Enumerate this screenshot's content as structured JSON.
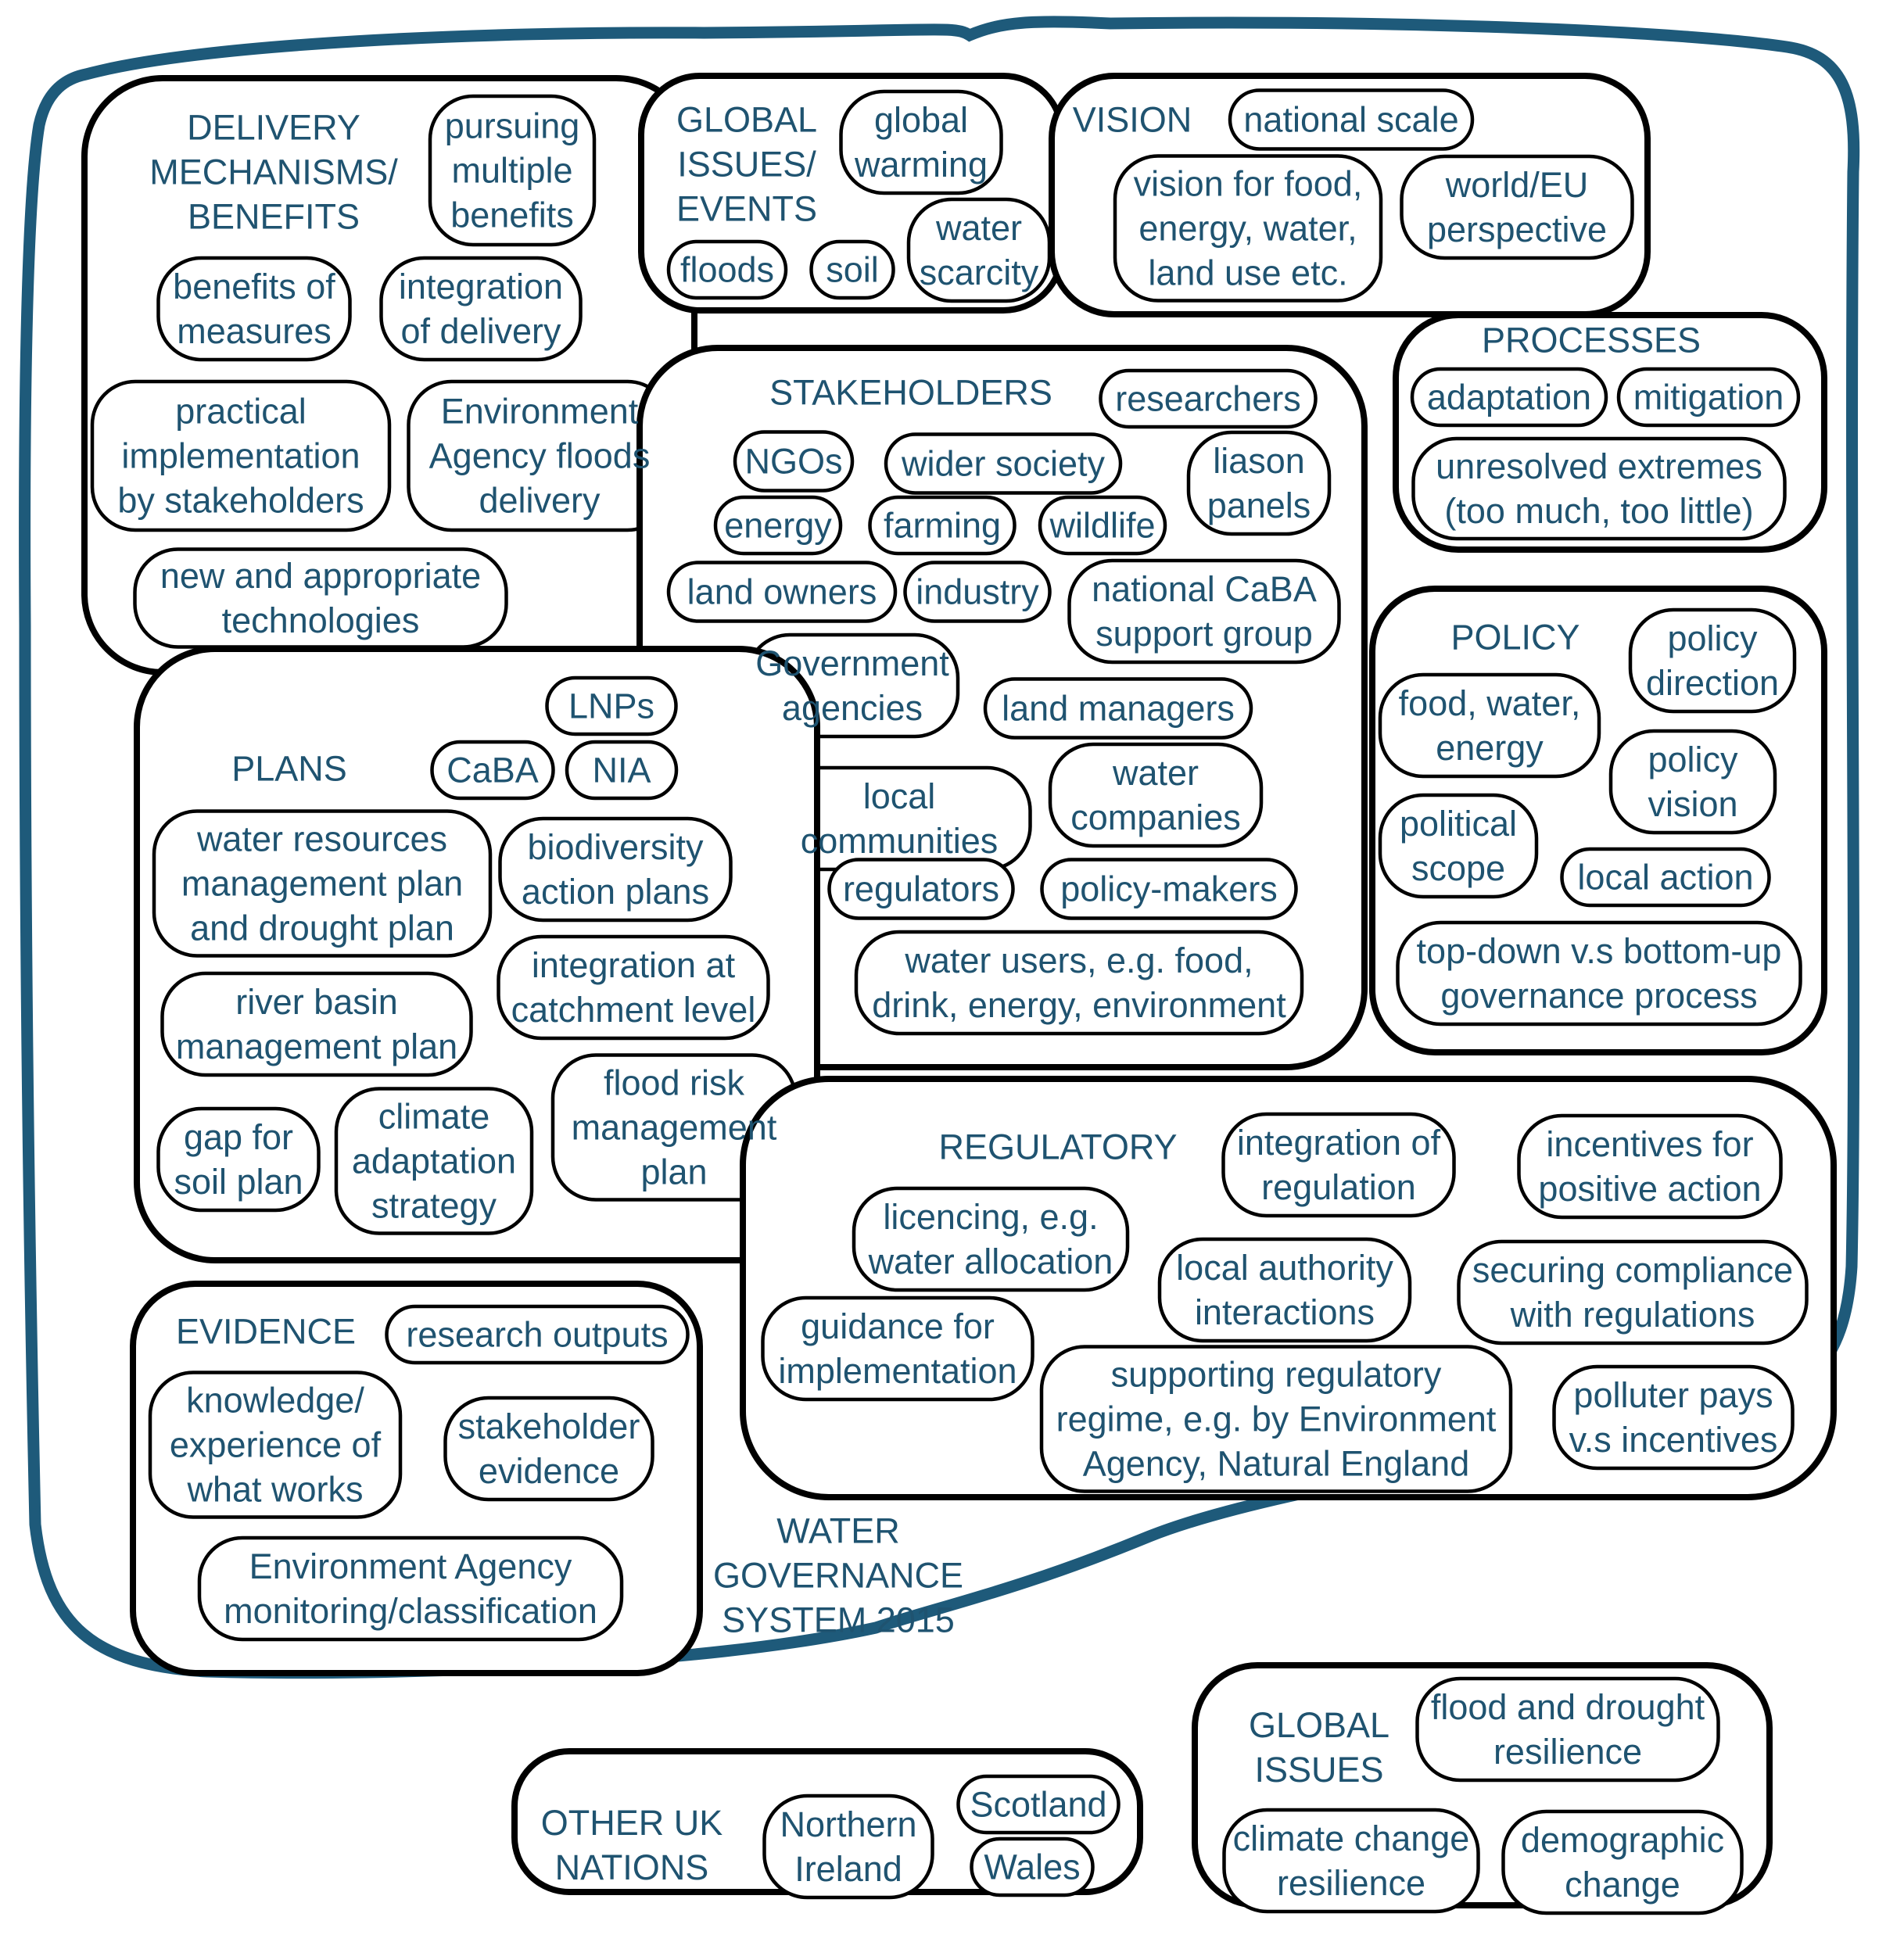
{
  "system_title": [
    "WATER",
    "GOVERNANCE",
    "SYSTEM 2015"
  ],
  "groups": [
    {
      "id": "delivery",
      "title": [
        "DELIVERY",
        "MECHANISMS/",
        "BENEFITS"
      ],
      "items": [
        [
          "pursuing",
          "multiple",
          "benefits"
        ],
        [
          "benefits of",
          "measures"
        ],
        [
          "integration",
          "of delivery"
        ],
        [
          "practical",
          "implementation",
          "by stakeholders"
        ],
        [
          "Environment",
          "Agency floods",
          "delivery"
        ],
        [
          "new and appropriate",
          "technologies"
        ]
      ]
    },
    {
      "id": "global-events",
      "title": [
        "GLOBAL",
        "ISSUES/",
        "EVENTS"
      ],
      "items": [
        [
          "global",
          "warming"
        ],
        [
          "floods"
        ],
        [
          "soil"
        ],
        [
          "water",
          "scarcity"
        ]
      ]
    },
    {
      "id": "vision",
      "title": [
        "VISION"
      ],
      "items": [
        [
          "national scale"
        ],
        [
          "vision for food,",
          "energy, water,",
          "land use etc."
        ],
        [
          "world/EU",
          "perspective"
        ]
      ]
    },
    {
      "id": "processes",
      "title": [
        "PROCESSES"
      ],
      "items": [
        [
          "adaptation"
        ],
        [
          "mitigation"
        ],
        [
          "unresolved extremes",
          "(too much, too little)"
        ]
      ]
    },
    {
      "id": "stakeholders",
      "title": [
        "STAKEHOLDERS"
      ],
      "items": [
        [
          "researchers"
        ],
        [
          "NGOs"
        ],
        [
          "wider society"
        ],
        [
          "liason",
          "panels"
        ],
        [
          "energy"
        ],
        [
          "farming"
        ],
        [
          "wildlife"
        ],
        [
          "land owners"
        ],
        [
          "industry"
        ],
        [
          "national CaBA",
          "support group"
        ],
        [
          "Government",
          "agencies"
        ],
        [
          "land managers"
        ],
        [
          "local",
          "communities"
        ],
        [
          "water",
          "companies"
        ],
        [
          "regulators"
        ],
        [
          "policy-makers"
        ],
        [
          "water users, e.g. food,",
          "drink, energy, environment"
        ]
      ]
    },
    {
      "id": "policy",
      "title": [
        "POLICY"
      ],
      "items": [
        [
          "policy",
          "direction"
        ],
        [
          "food, water,",
          "energy"
        ],
        [
          "policy",
          "vision"
        ],
        [
          "political",
          "scope"
        ],
        [
          "local action"
        ],
        [
          "top-down v.s bottom-up",
          "governance process"
        ]
      ]
    },
    {
      "id": "plans",
      "title": [
        "PLANS"
      ],
      "items": [
        [
          "LNPs"
        ],
        [
          "CaBA"
        ],
        [
          "NIA"
        ],
        [
          "water resources",
          "management plan",
          "and drought plan"
        ],
        [
          "biodiversity",
          "action plans"
        ],
        [
          "integration at",
          "catchment level"
        ],
        [
          "river basin",
          "management plan"
        ],
        [
          "gap for",
          "soil plan"
        ],
        [
          "climate",
          "adaptation",
          "strategy"
        ],
        [
          "flood risk",
          "management",
          "plan"
        ]
      ]
    },
    {
      "id": "regulatory",
      "title": [
        "REGULATORY"
      ],
      "items": [
        [
          "integration of",
          "regulation"
        ],
        [
          "incentives for",
          "positive action"
        ],
        [
          "licencing, e.g.",
          "water allocation"
        ],
        [
          "local authority",
          "interactions"
        ],
        [
          "securing compliance",
          "with regulations"
        ],
        [
          "guidance for",
          "implementation"
        ],
        [
          "supporting regulatory",
          "regime, e.g. by Environment",
          "Agency, Natural England"
        ],
        [
          "polluter pays",
          "v.s incentives"
        ]
      ]
    },
    {
      "id": "evidence",
      "title": [
        "EVIDENCE"
      ],
      "items": [
        [
          "research outputs"
        ],
        [
          "knowledge/",
          "experience of",
          "what works"
        ],
        [
          "stakeholder",
          "evidence"
        ],
        [
          "Environment Agency",
          "monitoring/classification"
        ]
      ]
    },
    {
      "id": "other-uk",
      "title": [
        "OTHER UK",
        "NATIONS"
      ],
      "items": [
        [
          "Northern",
          "Ireland"
        ],
        [
          "Scotland"
        ],
        [
          "Wales"
        ]
      ]
    },
    {
      "id": "global-issues",
      "title": [
        "GLOBAL",
        "ISSUES"
      ],
      "items": [
        [
          "flood and drought",
          "resilience"
        ],
        [
          "climate change",
          "resilience"
        ],
        [
          "demographic",
          "change"
        ]
      ]
    }
  ]
}
